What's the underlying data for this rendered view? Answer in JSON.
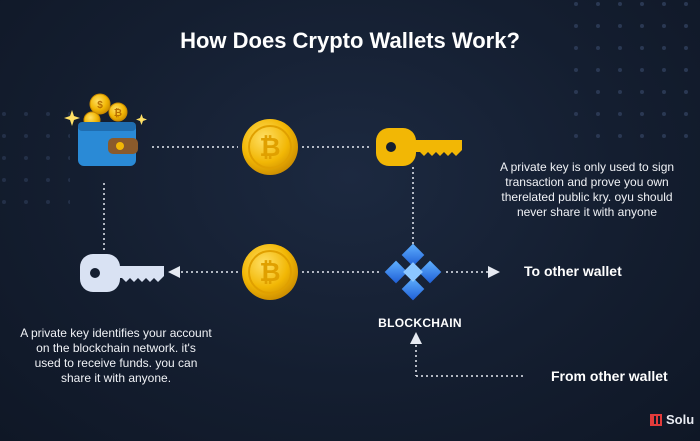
{
  "title": "How Does Crypto Wallets Work?",
  "right_note": [
    "A private key is only used to sign",
    "transaction and prove you own",
    "therelated public kry. oyu should",
    "never share it with anyone"
  ],
  "left_note": [
    "A private key identifies your account",
    "on the blockchain network. it's",
    "used to receive funds. you can",
    "share it with anyone."
  ],
  "blockchain_label": "BLOCKCHAIN",
  "to_label": "To other wallet",
  "from_label": "From other wallet",
  "brand": "Solu",
  "colors": {
    "background": "#141e30",
    "coin_gold": "#f2b705",
    "private_key": "#f2b705",
    "public_key": "#d9e2f3",
    "blockchain_blue": "#2f7bf5",
    "wallet_blue": "#2a8ad6"
  },
  "icons": [
    "wallet-icon",
    "bitcoin-coin-icon",
    "private-key-icon",
    "public-key-icon",
    "blockchain-icon"
  ]
}
